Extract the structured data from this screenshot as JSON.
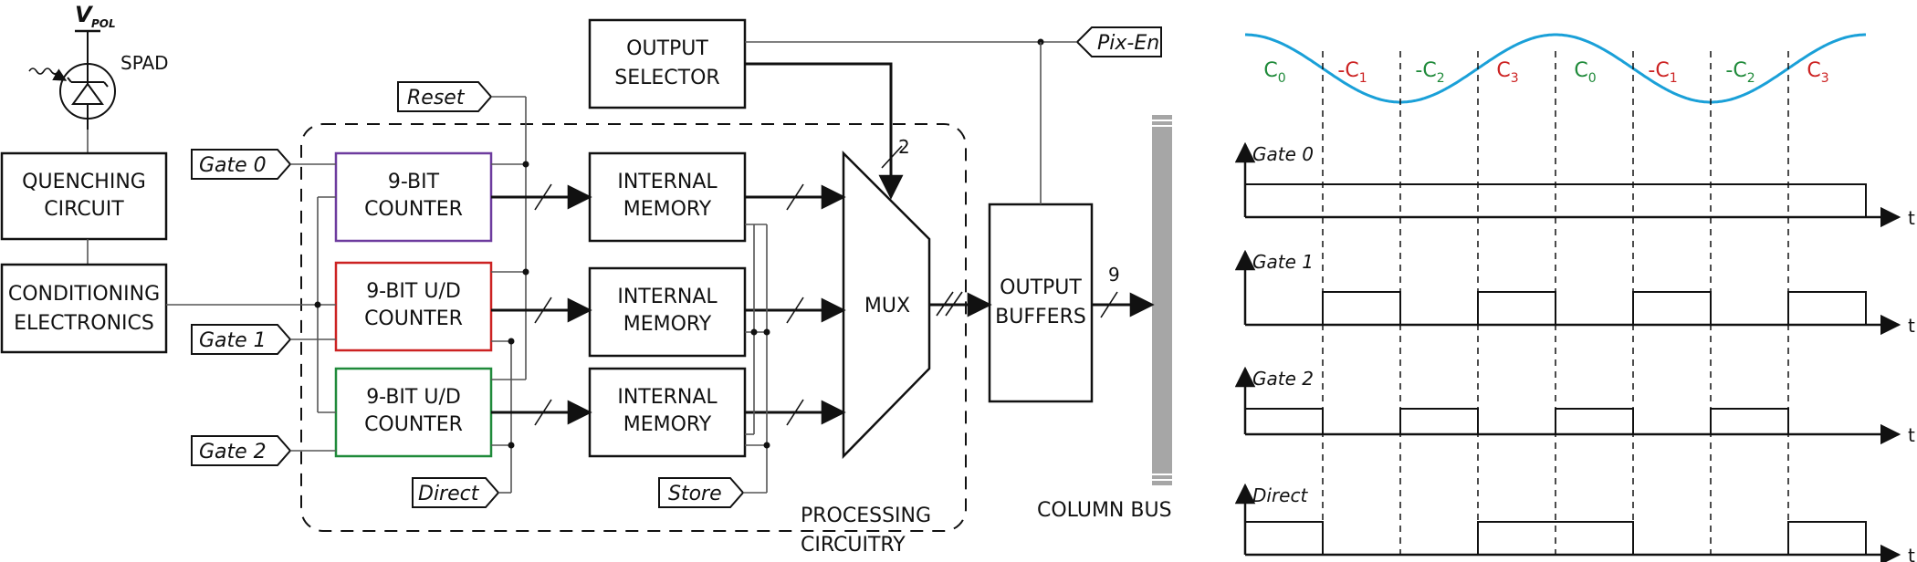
{
  "colors": {
    "purple": "#6d3b9e",
    "red": "#cc2222",
    "green": "#1f8a3a",
    "sine": "#1aa0d8",
    "bus_gray": "#a6a6a6"
  },
  "block": {
    "vpol": "V",
    "vpol_sub": "POL",
    "spad": "SPAD",
    "quench_1": "QUENCHING",
    "quench_2": "CIRCUIT",
    "cond_1": "CONDITIONING",
    "cond_2": "ELECTRONICS",
    "gate0": "Gate 0",
    "gate1": "Gate 1",
    "gate2": "Gate 2",
    "reset": "Reset",
    "direct": "Direct",
    "store": "Store",
    "pixen": "Pix-En",
    "counter0_1": "9-BIT",
    "counter0_2": "COUNTER",
    "counter1_1": "9-BIT U/D",
    "counter1_2": "COUNTER",
    "counter2_1": "9-BIT U/D",
    "counter2_2": "COUNTER",
    "mem_1": "INTERNAL",
    "mem_2": "MEMORY",
    "mux": "MUX",
    "mux_sel_width": "2",
    "outsel_1": "OUTPUT",
    "outsel_2": "SELECTOR",
    "outbuf_1": "OUTPUT",
    "outbuf_2": "BUFFERS",
    "bus_width": "9",
    "column_bus": "COLUMN BUS",
    "proc_1": "PROCESSING",
    "proc_2": "CIRCUITRY"
  },
  "timing": {
    "time_label": "t",
    "phase_labels": [
      {
        "main": "C",
        "sub": "0",
        "color": "green"
      },
      {
        "main": "-C",
        "sub": "1",
        "color": "red"
      },
      {
        "main": "-C",
        "sub": "2",
        "color": "green"
      },
      {
        "main": "C",
        "sub": "3",
        "color": "red"
      },
      {
        "main": "C",
        "sub": "0",
        "color": "green"
      },
      {
        "main": "-C",
        "sub": "1",
        "color": "red"
      },
      {
        "main": "-C",
        "sub": "2",
        "color": "green"
      },
      {
        "main": "C",
        "sub": "3",
        "color": "red"
      }
    ],
    "signals": [
      {
        "name": "Gate 0",
        "levels": [
          1,
          1,
          1,
          1,
          1,
          1,
          1,
          1
        ]
      },
      {
        "name": "Gate 1",
        "levels": [
          0,
          1,
          0,
          1,
          0,
          1,
          0,
          1
        ]
      },
      {
        "name": "Gate 2",
        "levels": [
          1,
          0,
          1,
          0,
          1,
          0,
          1,
          0
        ]
      },
      {
        "name": "Direct",
        "levels": [
          1,
          0,
          0,
          1,
          1,
          0,
          0,
          1
        ]
      }
    ]
  }
}
